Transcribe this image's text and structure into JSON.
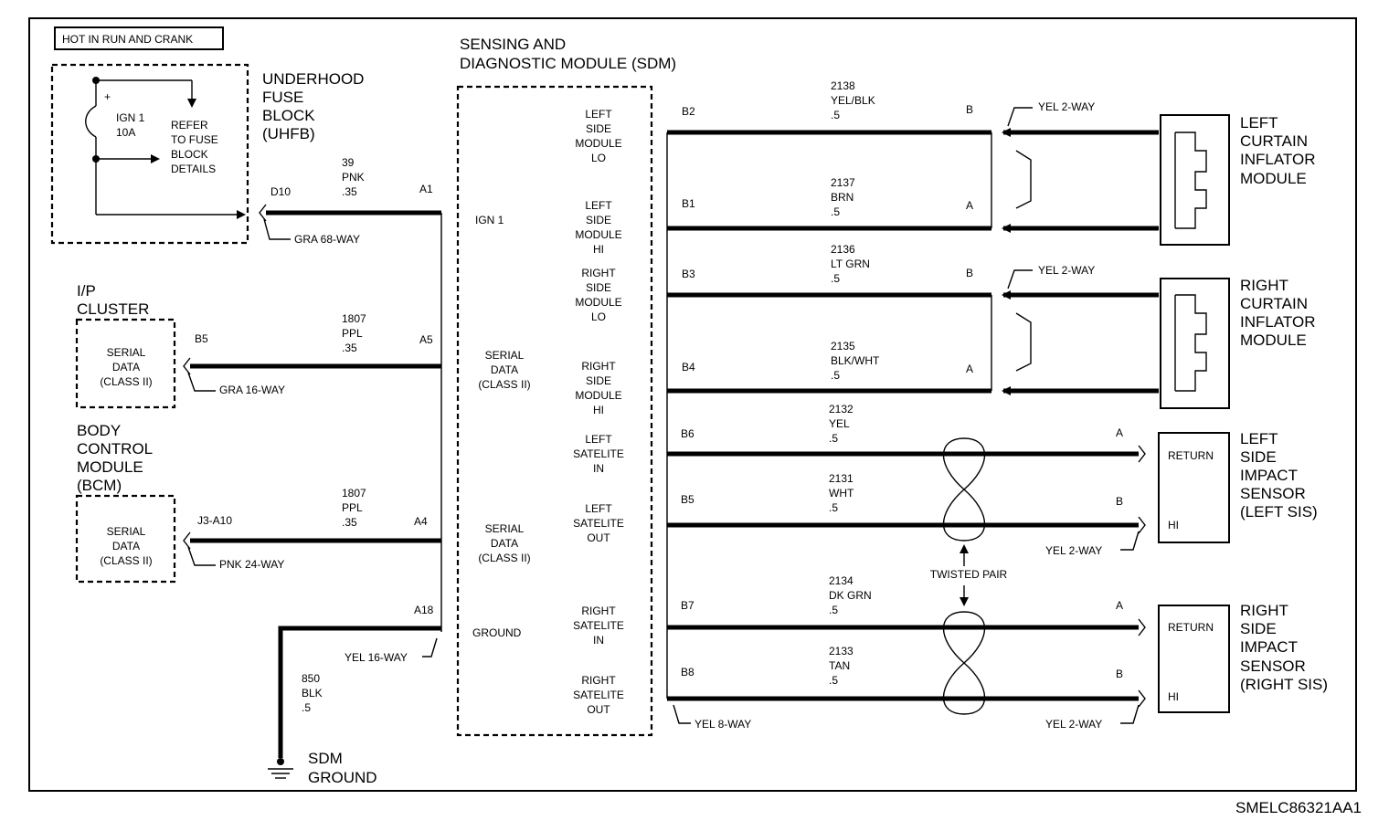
{
  "header": {
    "hot_label": "HOT IN RUN AND CRANK"
  },
  "uhfb": {
    "title": [
      "UNDERHOOD",
      "FUSE",
      "BLOCK",
      "(UHFB)"
    ],
    "fuse": [
      "IGN 1",
      "10A"
    ],
    "refer": [
      "REFER",
      "TO FUSE",
      "BLOCK",
      "DETAILS"
    ],
    "plus": "+"
  },
  "sdm": {
    "title": [
      "SENSING AND",
      "DIAGNOSTIC MODULE (SDM)"
    ],
    "left_labels": {
      "ign": "IGN 1",
      "serial1": [
        "SERIAL",
        "DATA",
        "(CLASS II)"
      ],
      "serial2": [
        "SERIAL",
        "DATA",
        "(CLASS II)"
      ],
      "ground": "GROUND"
    },
    "right_labels": [
      [
        "LEFT",
        "SIDE",
        "MODULE",
        "LO"
      ],
      [
        "LEFT",
        "SIDE",
        "MODULE",
        "HI"
      ],
      [
        "RIGHT",
        "SIDE",
        "MODULE",
        "LO"
      ],
      [
        "RIGHT",
        "SIDE",
        "MODULE",
        "HI"
      ],
      [
        "LEFT",
        "SATELITE",
        "IN"
      ],
      [
        "LEFT",
        "SATELITE",
        "OUT"
      ],
      [
        "RIGHT",
        "SATELITE",
        "IN"
      ],
      [
        "RIGHT",
        "SATELITE",
        "OUT"
      ]
    ]
  },
  "left_circuits": {
    "ign": {
      "pin_from": "D10",
      "circuit": [
        "39",
        "PNK",
        ".35"
      ],
      "pin_to": "A1",
      "connector": "GRA 68-WAY"
    },
    "ip": {
      "pin_from": "B5",
      "circuit": [
        "1807",
        "PPL",
        ".35"
      ],
      "pin_to": "A5",
      "connector": "GRA 16-WAY"
    },
    "bcm": {
      "pin_from": "J3-A10",
      "circuit": [
        "1807",
        "PPL",
        ".35"
      ],
      "pin_to": "A4",
      "connector": "PNK 24-WAY"
    },
    "gnd": {
      "pin_to": "A18",
      "circuit": [
        "850",
        "BLK",
        ".5"
      ],
      "connector": "YEL 16-WAY"
    }
  },
  "modules": {
    "ip": {
      "title": [
        "I/P",
        "CLUSTER"
      ],
      "box": [
        "SERIAL",
        "DATA",
        "(CLASS II)"
      ]
    },
    "bcm": {
      "title": [
        "BODY",
        "CONTROL",
        "MODULE",
        "(BCM)"
      ],
      "box": [
        "SERIAL",
        "DATA",
        "(CLASS II)"
      ]
    },
    "ground": [
      "SDM",
      "GROUND"
    ]
  },
  "right_circuits": [
    {
      "pin": "B2",
      "circuit": [
        "2138",
        "YEL/BLK",
        ".5"
      ],
      "end": "B"
    },
    {
      "pin": "B1",
      "circuit": [
        "2137",
        "BRN",
        ".5"
      ],
      "end": "A"
    },
    {
      "pin": "B3",
      "circuit": [
        "2136",
        "LT GRN",
        ".5"
      ],
      "end": "B"
    },
    {
      "pin": "B4",
      "circuit": [
        "2135",
        "BLK/WHT",
        ".5"
      ],
      "end": "A"
    },
    {
      "pin": "B6",
      "circuit": [
        "2132",
        "YEL",
        ".5"
      ],
      "end": "A"
    },
    {
      "pin": "B5",
      "circuit": [
        "2131",
        "WHT",
        ".5"
      ],
      "end": "B"
    },
    {
      "pin": "B7",
      "circuit": [
        "2134",
        "DK GRN",
        ".5"
      ],
      "end": "A"
    },
    {
      "pin": "B8",
      "circuit": [
        "2133",
        "TAN",
        ".5"
      ],
      "end": "B"
    }
  ],
  "connectors": {
    "yel2way": "YEL 2-WAY",
    "yel8way": "YEL 8-WAY",
    "twisted": "TWISTED PAIR"
  },
  "right_components": {
    "left_curtain": [
      "LEFT",
      "CURTAIN",
      "INFLATOR",
      "MODULE"
    ],
    "right_curtain": [
      "RIGHT",
      "CURTAIN",
      "INFLATOR",
      "MODULE"
    ],
    "left_sis": [
      "LEFT",
      "SIDE",
      "IMPACT",
      "SENSOR",
      "(LEFT SIS)"
    ],
    "right_sis": [
      "RIGHT",
      "SIDE",
      "IMPACT",
      "SENSOR",
      "(RIGHT SIS)"
    ],
    "return": "RETURN",
    "hi": "HI"
  },
  "footer": {
    "code": "SMELC86321AA1"
  }
}
